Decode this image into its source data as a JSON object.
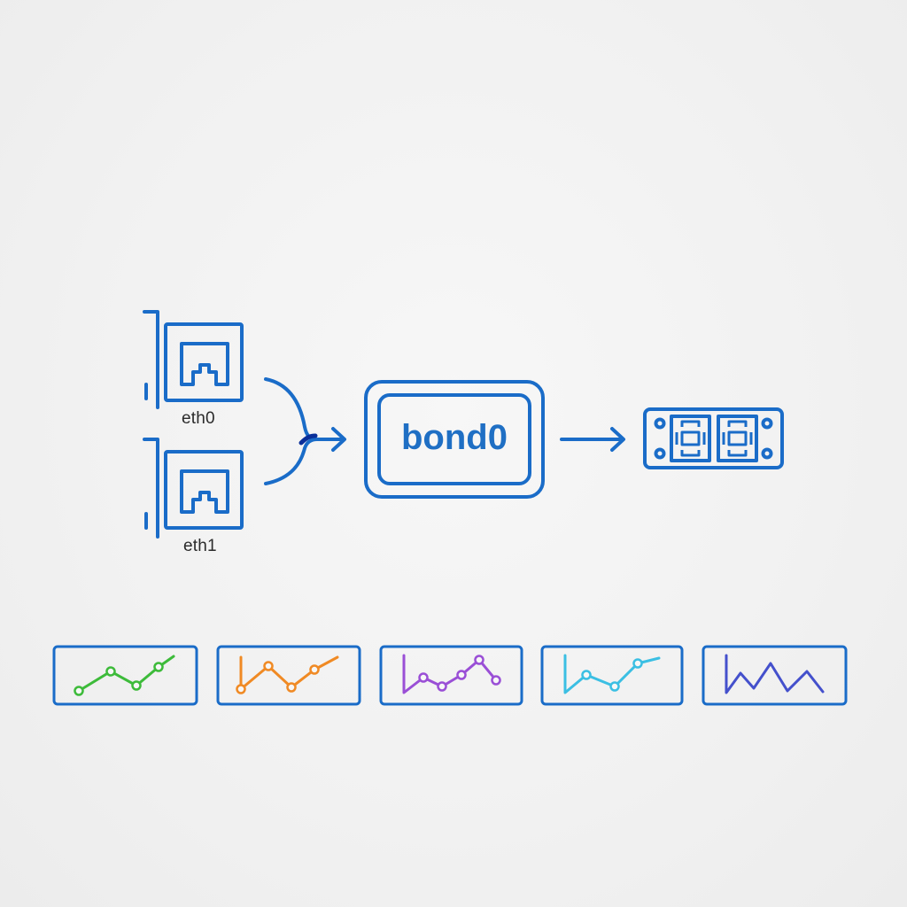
{
  "nodes": {
    "eth0": {
      "label": "eth0"
    },
    "eth1": {
      "label": "eth1"
    },
    "bond": {
      "label": "bond0"
    }
  },
  "colors": {
    "primary": "#1a6cc8",
    "background": "#f2f2f2",
    "sparkline_green": "#3dbb3a",
    "sparkline_orange": "#f08a24",
    "sparkline_purple": "#9a4fd6",
    "sparkline_cyan": "#3bbfe3",
    "sparkline_indigo": "#4450cc"
  },
  "icons": {
    "nic": "network-card-icon",
    "switch": "network-switch-icon",
    "arrow": "arrow-right-icon"
  },
  "traffic_panels": [
    {
      "color": "green"
    },
    {
      "color": "orange"
    },
    {
      "color": "purple"
    },
    {
      "color": "cyan"
    },
    {
      "color": "indigo"
    }
  ]
}
